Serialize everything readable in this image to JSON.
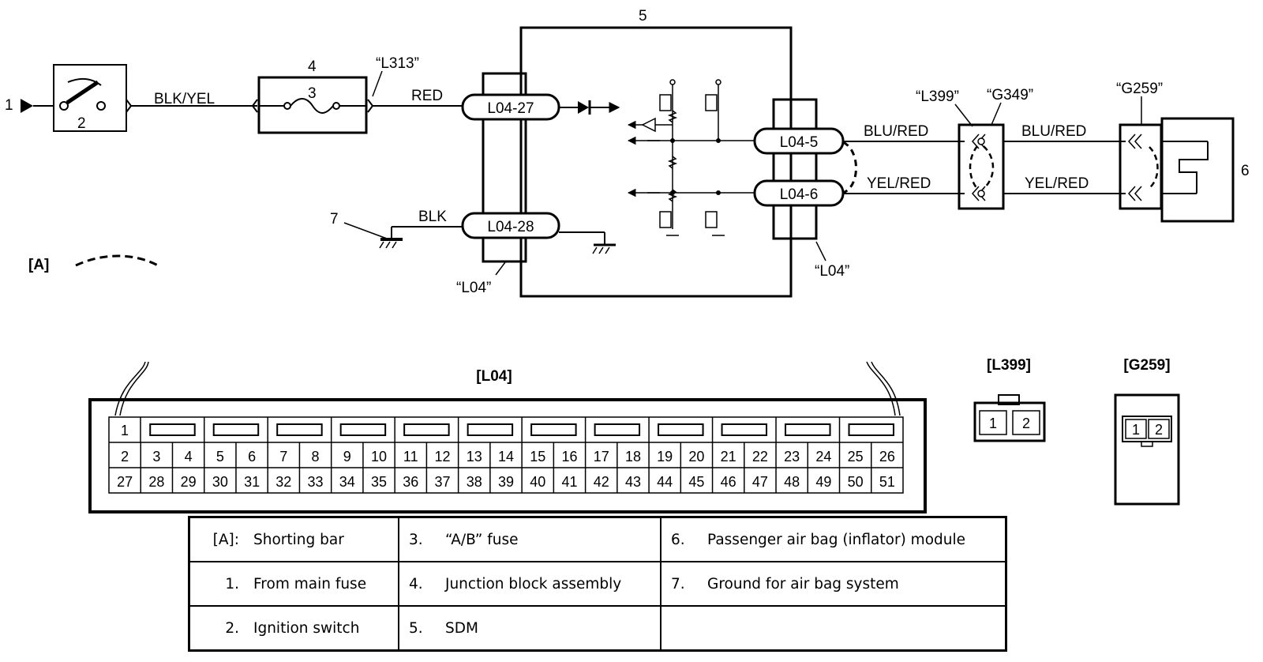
{
  "components": {
    "from_main_fuse": "1",
    "ignition_switch": "2",
    "fuse": "3",
    "junction_block": "4",
    "sdm": "5",
    "passenger_module": "6",
    "ground": "7"
  },
  "wires": {
    "blk_yel": "BLK/YEL",
    "red": "RED",
    "blk": "BLK",
    "blu_red_1": "BLU/RED",
    "blu_red_2": "BLU/RED",
    "yel_red_1": "YEL/RED",
    "yel_red_2": "YEL/RED"
  },
  "connectors": {
    "l313": "“L313”",
    "l04_27": "L04-27",
    "l04_28": "L04-28",
    "l04_5": "L04-5",
    "l04_6": "L04-6",
    "l04_left": "“L04”",
    "l04_right": "“L04”",
    "l399": "“L399”",
    "g349": "“G349”",
    "g259": "“G259”"
  },
  "shorting_bar_tag": "[A]",
  "l04_view": {
    "title": "[L04]",
    "row1_first": "1",
    "row2": [
      "2",
      "3",
      "4",
      "5",
      "6",
      "7",
      "8",
      "9",
      "10",
      "11",
      "12",
      "13",
      "14",
      "15",
      "16",
      "17",
      "18",
      "19",
      "20",
      "21",
      "22",
      "23",
      "24",
      "25",
      "26"
    ],
    "row3": [
      "27",
      "28",
      "29",
      "30",
      "31",
      "32",
      "33",
      "34",
      "35",
      "36",
      "37",
      "38",
      "39",
      "40",
      "41",
      "42",
      "43",
      "44",
      "45",
      "46",
      "47",
      "48",
      "49",
      "50",
      "51"
    ]
  },
  "l399_view": {
    "title": "[L399]",
    "pins": [
      "1",
      "2"
    ]
  },
  "g259_view": {
    "title": "[G259]",
    "pins": [
      "1",
      "2"
    ]
  },
  "legend": {
    "rows": [
      [
        {
          "key": "[A]:",
          "text": "Shorting bar"
        },
        {
          "key": "3.",
          "text": "“A/B” fuse"
        },
        {
          "key": "6.",
          "text": "Passenger air bag (inflator) module"
        }
      ],
      [
        {
          "key": "1.",
          "text": "From main fuse"
        },
        {
          "key": "4.",
          "text": "Junction block assembly"
        },
        {
          "key": "7.",
          "text": "Ground for air bag system"
        }
      ],
      [
        {
          "key": "2.",
          "text": "Ignition switch"
        },
        {
          "key": "5.",
          "text": "SDM"
        },
        {
          "key": "",
          "text": ""
        }
      ]
    ]
  }
}
